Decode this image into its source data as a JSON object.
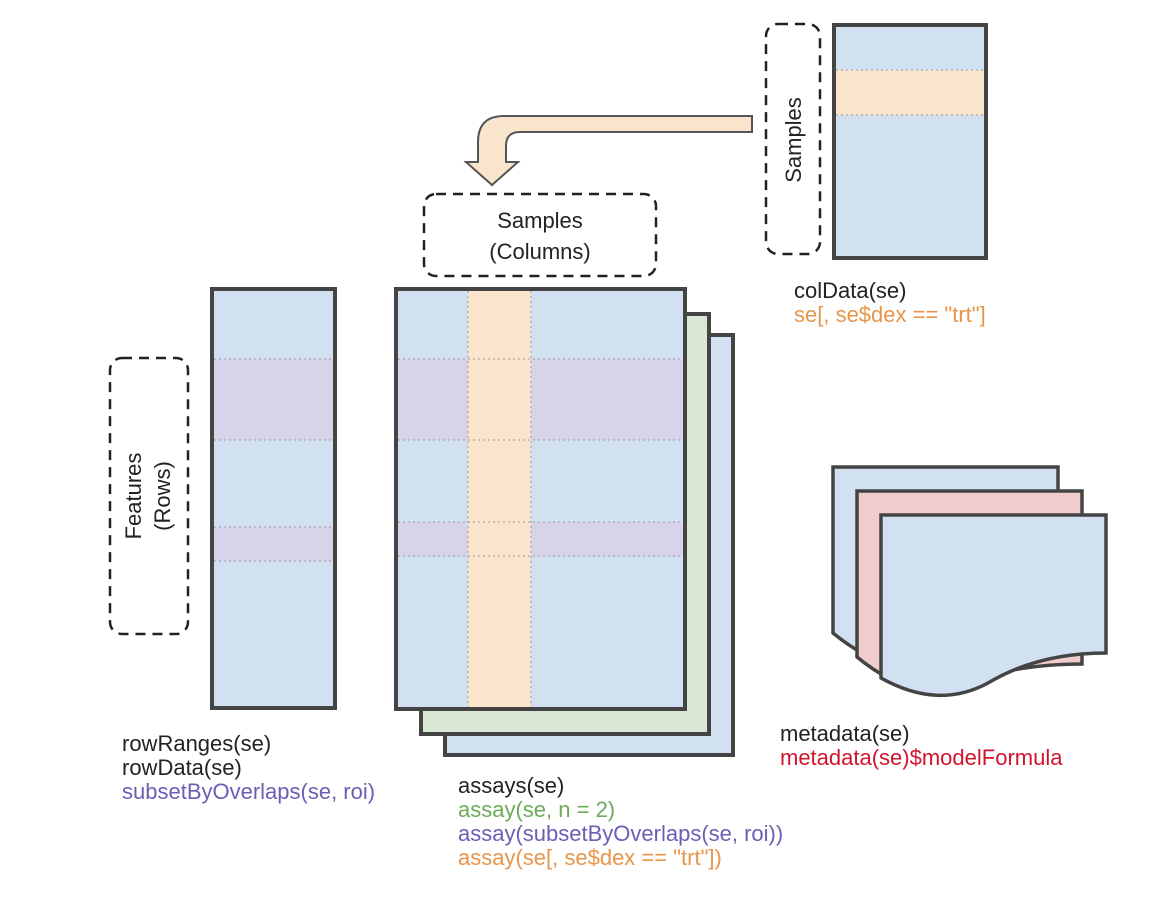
{
  "colors": {
    "panel_blue": "#d2e1f1",
    "panel_green": "#d8e8d4",
    "panel_pink": "#f0cccc",
    "highlight_orange": "#f9e4cc",
    "highlight_purple": "#d8d3e8",
    "border": "#444444",
    "text_black": "#222222",
    "text_orange": "#e8954a",
    "text_purple": "#6f5cb5",
    "text_green": "#6bab5a",
    "text_red": "#d0142c"
  },
  "labels": {
    "samples_vertical": "Samples",
    "samples_columns_line1": "Samples",
    "samples_columns_line2": "(Columns)",
    "features_line1": "Features",
    "features_line2": "(Rows)"
  },
  "coldata": {
    "lines": [
      {
        "text": "colData(se)",
        "color": "black"
      },
      {
        "text": "se[, se$dex == \"trt\"]",
        "color": "orange"
      }
    ]
  },
  "rowdata": {
    "lines": [
      {
        "text": "rowRanges(se)",
        "color": "black"
      },
      {
        "text": "rowData(se)",
        "color": "black"
      },
      {
        "text": "subsetByOverlaps(se, roi)",
        "color": "purple"
      }
    ]
  },
  "assays": {
    "lines": [
      {
        "text": "assays(se)",
        "color": "black"
      },
      {
        "text": "assay(se, n = 2)",
        "color": "green"
      },
      {
        "text": "assay(subsetByOverlaps(se, roi))",
        "color": "purple"
      },
      {
        "text": "assay(se[, se$dex == \"trt\"])",
        "color": "orange"
      }
    ]
  },
  "metadata": {
    "lines": [
      {
        "text": "metadata(se)",
        "color": "black"
      },
      {
        "text": "metadata(se)$modelFormula",
        "color": "red"
      }
    ]
  }
}
